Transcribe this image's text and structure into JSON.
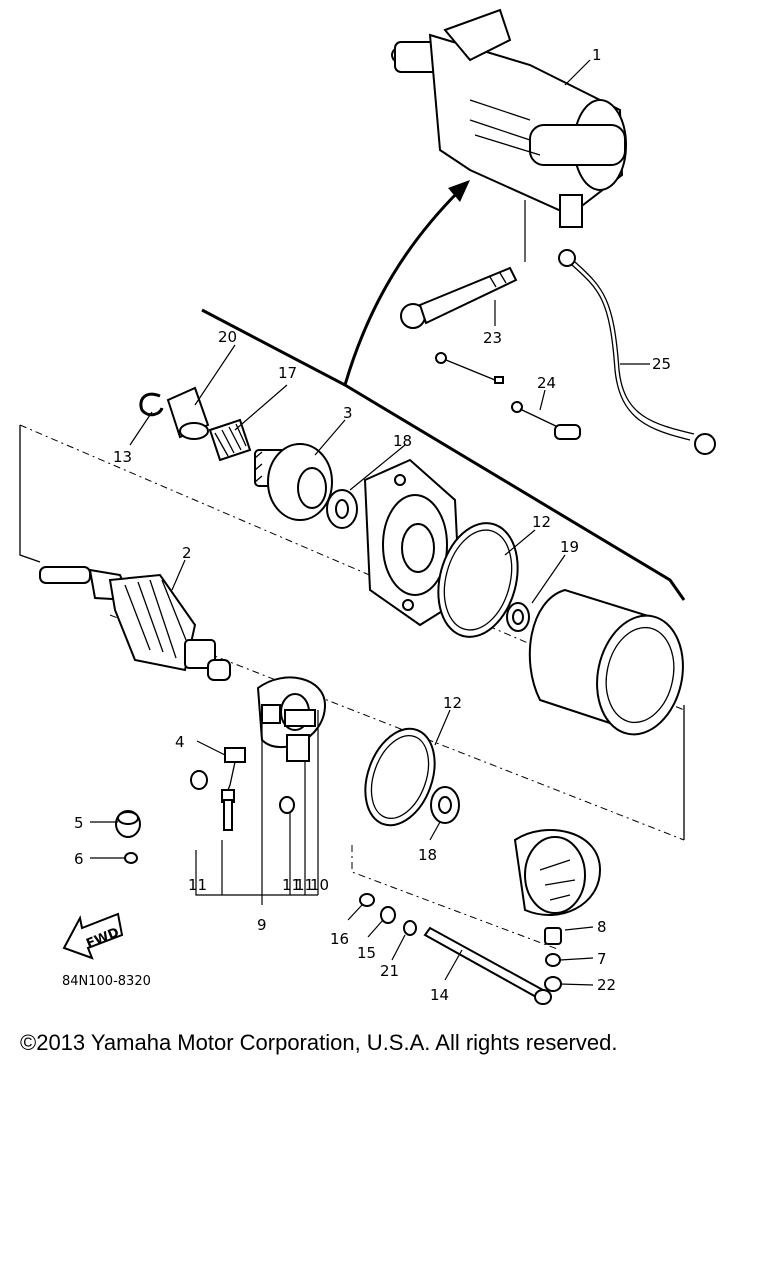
{
  "diagram": {
    "part_labels": [
      "1",
      "2",
      "3",
      "4",
      "5",
      "6",
      "7",
      "8",
      "9",
      "10",
      "11",
      "11",
      "11",
      "12",
      "12",
      "13",
      "14",
      "15",
      "16",
      "17",
      "18",
      "18",
      "19",
      "20",
      "21",
      "22",
      "23",
      "24",
      "25"
    ],
    "fwd_label": "FWD",
    "diagram_code": "84N100-8320"
  },
  "footer": {
    "copyright": "©2013 Yamaha Motor Corporation, U.S.A. All rights reserved."
  }
}
